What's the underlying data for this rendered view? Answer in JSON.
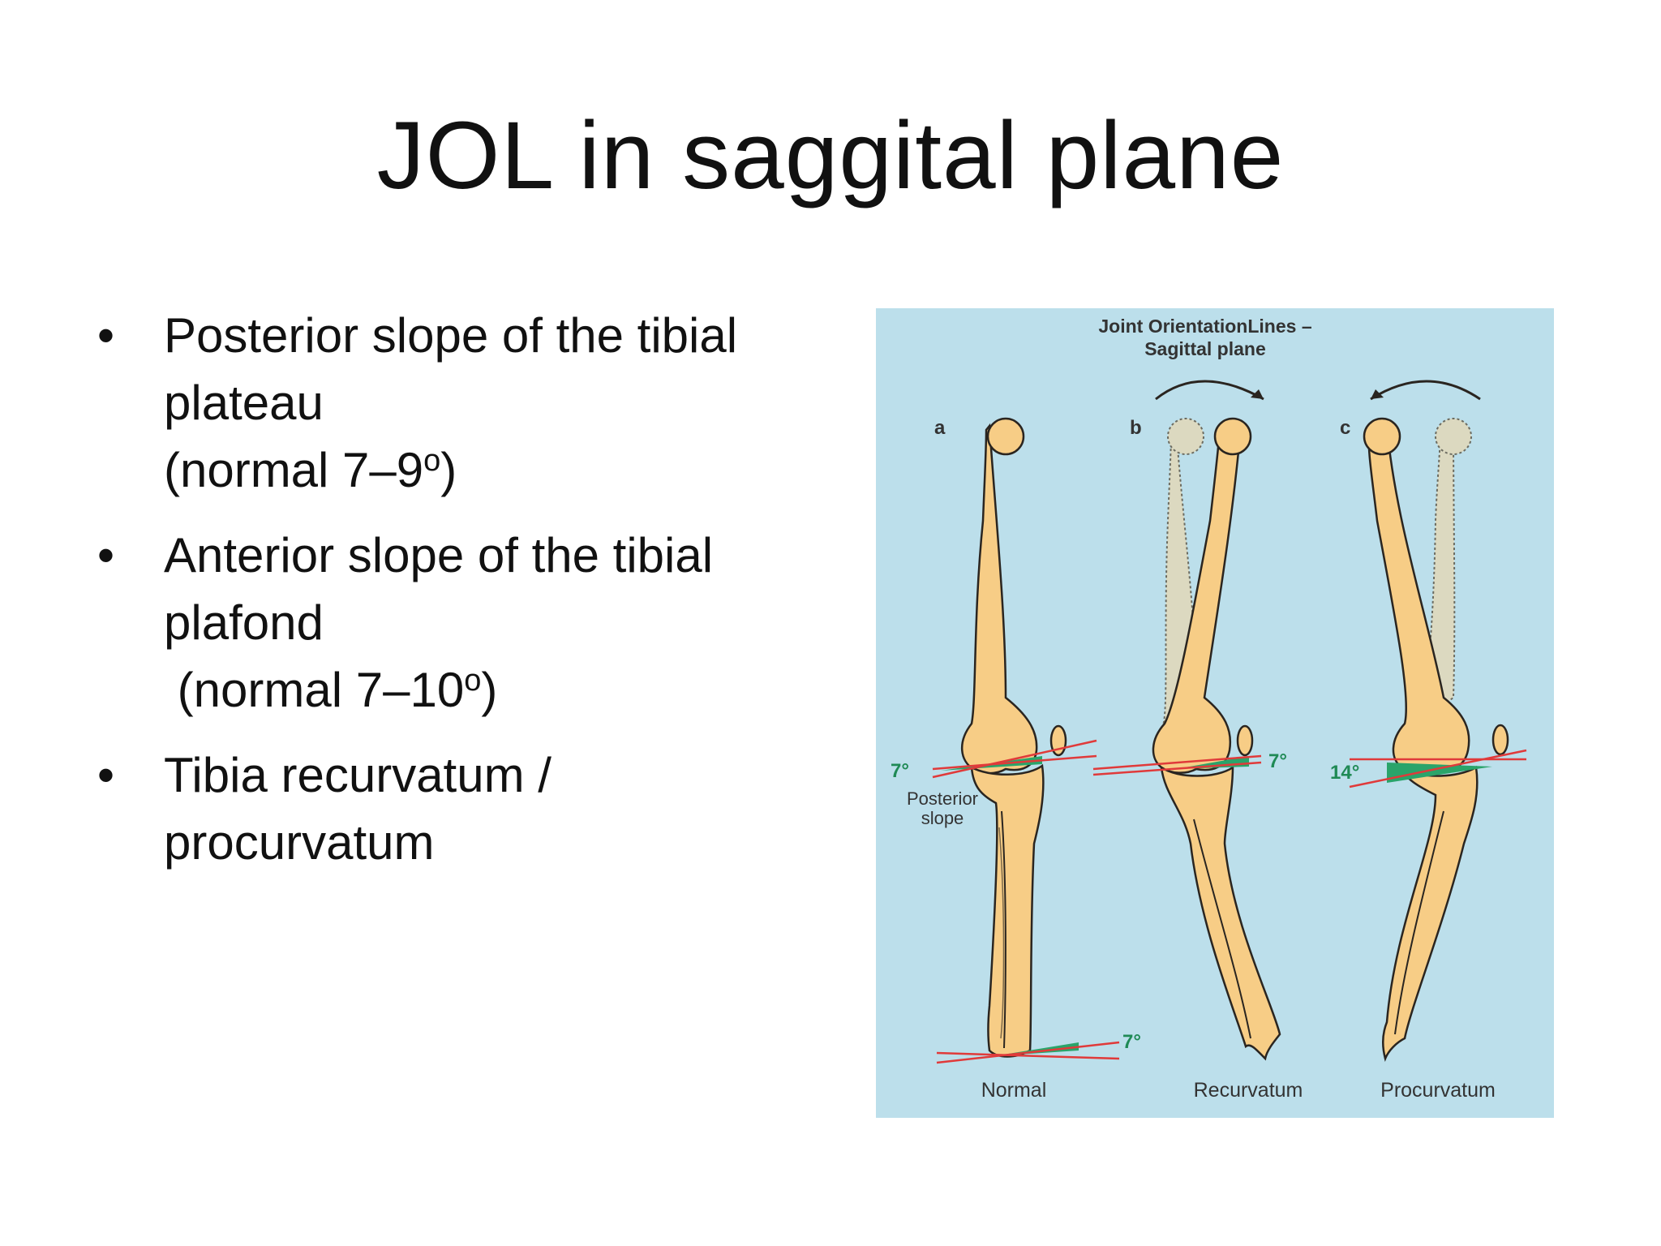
{
  "slide": {
    "title": "JOL in saggital plane",
    "bullets": [
      {
        "lines": [
          {
            "text": "Posterior slope of the tibial"
          },
          {
            "text": "plateau"
          },
          {
            "text": "(normal 7–9",
            "sup": "o",
            "after": ")"
          }
        ]
      },
      {
        "lines": [
          {
            "text": "Anterior slope of the tibial"
          },
          {
            "text": "plafond"
          },
          {
            "text": " (normal 7–10",
            "sup": "o",
            "after": ")"
          }
        ]
      },
      {
        "lines": [
          {
            "text": "Tibia recurvatum /"
          },
          {
            "text": "procurvatum"
          }
        ]
      }
    ]
  },
  "figure": {
    "title_line1": "Joint OrientationLines –",
    "title_line2": "Sagittal plane",
    "panel_a_letter": "a",
    "panel_b_letter": "b",
    "panel_c_letter": "c",
    "panel_a_angle_top": "7°",
    "panel_a_angle_bottom": "7°",
    "panel_b_angle": "7°",
    "panel_c_angle": "14°",
    "posterior_slope_line1": "Posterior",
    "posterior_slope_line2": "slope",
    "caption_a": "Normal",
    "caption_b": "Recurvatum",
    "caption_c": "Procurvatum",
    "colors": {
      "background": "#bcdfeb",
      "bone": "#f7cd86",
      "bone_outline": "#2a2520",
      "ghost_bone": "#dcd9c0",
      "line": "#e03a3a",
      "wedge": "#2aa46a",
      "angle_text": "#1f8a55",
      "text": "#333333"
    }
  }
}
